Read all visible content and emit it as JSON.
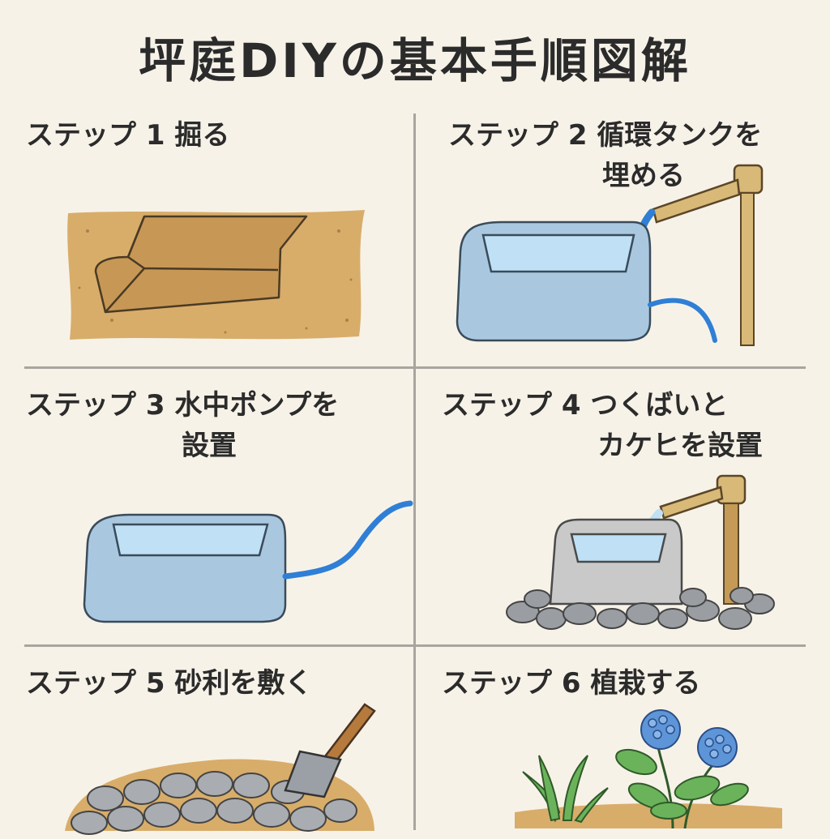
{
  "title": "坪庭DIYの基本手順図解",
  "steps": [
    {
      "label": "ステップ 1  掘る",
      "line2": "",
      "illustration": "dug-pit"
    },
    {
      "label": "ステップ 2  循環タンクを",
      "line2": "埋める",
      "illustration": "buried-tank-with-bamboo-spout"
    },
    {
      "label": "ステップ 3  水中ポンプを",
      "line2": "設置",
      "illustration": "tank-with-pump-hose"
    },
    {
      "label": "ステップ 4  つくばいと",
      "line2": "カケヒを設置",
      "illustration": "stone-basin-with-kakehi"
    },
    {
      "label": "ステップ 5  砂利を敷く",
      "line2": "",
      "illustration": "gravel-with-trowel"
    },
    {
      "label": "ステップ 6  植栽する",
      "line2": "",
      "illustration": "hydrangea-and-grass"
    }
  ],
  "colors": {
    "background": "#f7f2e8",
    "soil": "#d8ad6a",
    "tank": "#a9c8e0",
    "water": "#bfe0f5",
    "hose": "#2f7fd6",
    "bamboo": "#d9b977",
    "stone": "#c9c9c9",
    "pebble": "#9a9ea3",
    "leaf": "#6bb35a",
    "flower": "#5d95d8"
  }
}
